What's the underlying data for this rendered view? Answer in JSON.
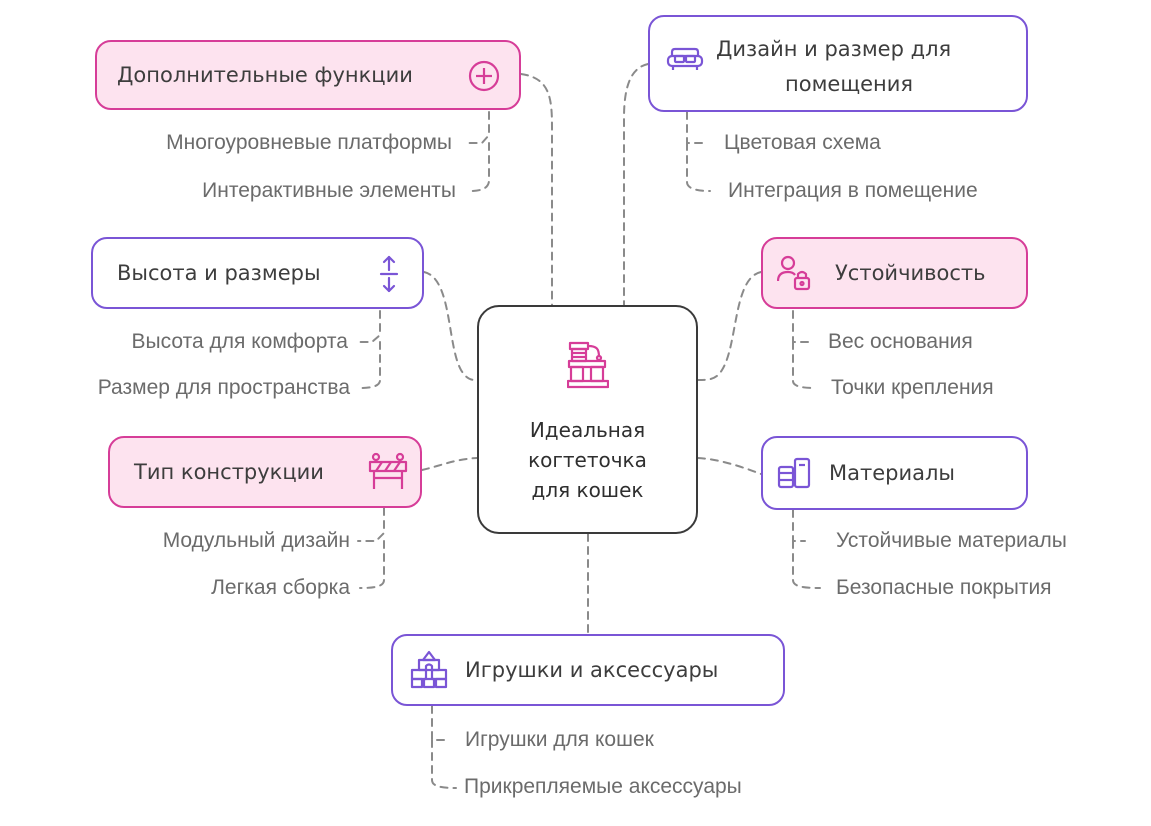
{
  "center": {
    "line1": "Идеальная",
    "line2": "когтеточка",
    "line3": "для кошек",
    "icon": "cat-tree-icon"
  },
  "colors": {
    "pink_border": "#d63d98",
    "pink_fill": "#fde3ef",
    "purple_border": "#7a55d6",
    "connector": "#8a8a8a"
  },
  "branches": {
    "extra_functions": {
      "title": "Дополнительные функции",
      "icon": "plus-circle-icon",
      "items": [
        "Многоуровневые платформы",
        "Интерактивные элементы"
      ]
    },
    "height_size": {
      "title": "Высота и размеры",
      "icon": "vertical-arrows-icon",
      "items": [
        "Высота для комфорта",
        "Размер для пространства"
      ]
    },
    "construction_type": {
      "title": "Тип конструкции",
      "icon": "barrier-icon",
      "items": [
        "Модульный дизайн",
        "Легкая сборка"
      ]
    },
    "design": {
      "title_line1": "Дизайн и размер для",
      "title_line2": "помещения",
      "icon": "sofa-icon",
      "items": [
        "Цветовая схема",
        "Интеграция в помещение"
      ]
    },
    "stability": {
      "title": "Устойчивость",
      "icon": "user-lock-icon",
      "items": [
        "Вес основания",
        "Точки крепления"
      ]
    },
    "materials": {
      "title": "Материалы",
      "icon": "materials-stack-icon",
      "items": [
        "Устойчивые материалы",
        "Безопасные покрытия"
      ]
    },
    "toys": {
      "title": "Игрушки и аксессуары",
      "icon": "toy-blocks-icon",
      "items": [
        "Игрушки для кошек",
        "Прикрепляемые аксессуары"
      ]
    }
  }
}
